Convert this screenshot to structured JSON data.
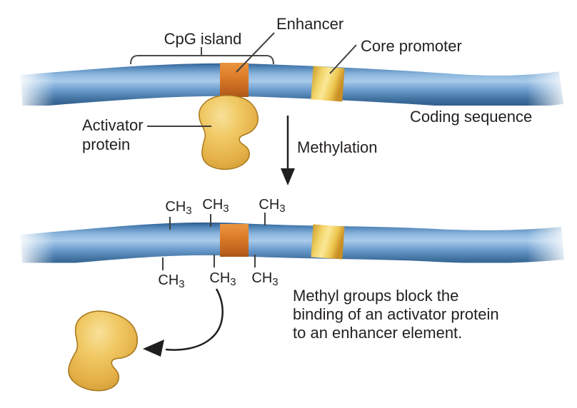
{
  "figure": {
    "type": "biology-diagram",
    "topic": "DNA methylation blocks activator protein binding at an enhancer",
    "labels": {
      "cpg_island": "CpG island",
      "enhancer": "Enhancer",
      "core_promoter": "Core promoter",
      "coding_sequence": "Coding sequence",
      "activator_line1": "Activator",
      "activator_line2": "protein",
      "methylation": "Methylation",
      "methyl": {
        "ch": "CH",
        "sub": "3"
      },
      "caption": {
        "line1": "Methyl groups block the",
        "line2": "binding of an activator protein",
        "line3": "to an enhancer element."
      }
    },
    "colors": {
      "dna_blue": "#4f83ba",
      "dna_blue_highlight": "#a9cbe9",
      "dna_blue_dark": "#2a5480",
      "enhancer_orange": "#dd7d2a",
      "enhancer_orange_dark": "#aa5717",
      "core_promoter_yellow": "#f9e591",
      "core_promoter_gold": "#c98e24",
      "activator_gold": "#eec25c",
      "activator_outline": "#a87a1e",
      "text": "#231f20",
      "line": "#3f3f3f",
      "background": "#ffffff"
    }
  }
}
